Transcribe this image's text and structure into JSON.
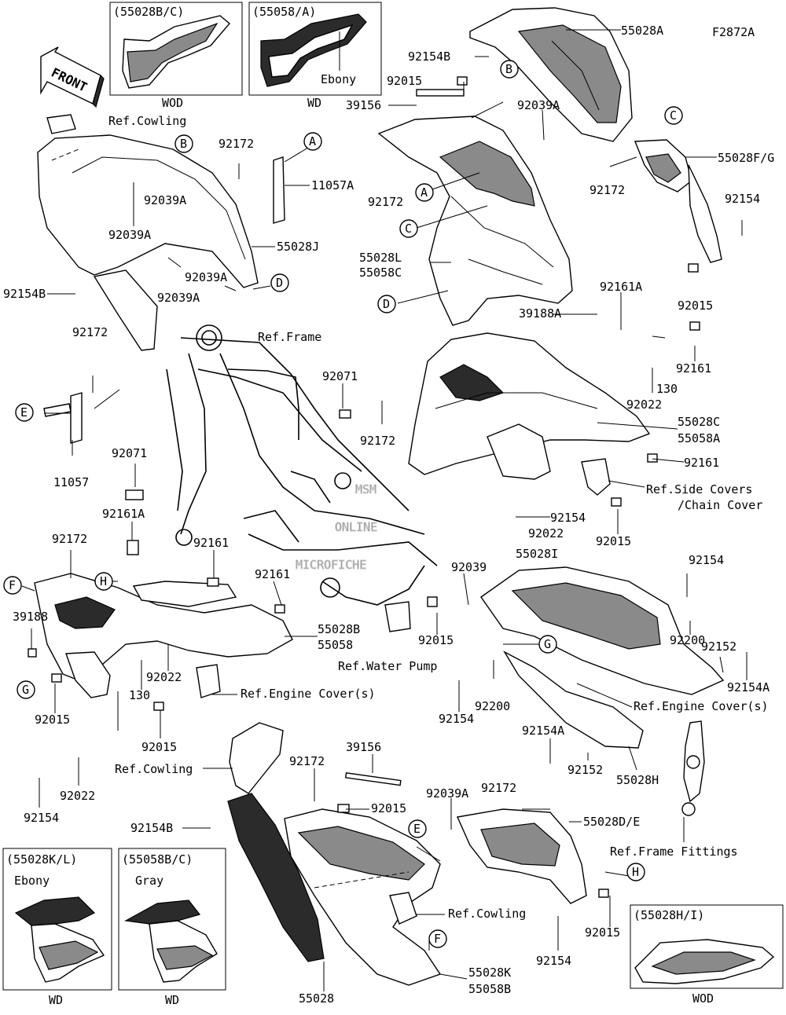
{
  "figure_id": "F2872A",
  "front_arrow": "FRONT",
  "insets": [
    {
      "id": "inset-tl1",
      "code": "(55028B/C)",
      "color": "",
      "caption": "WOD"
    },
    {
      "id": "inset-tl2",
      "code": "(55058/A)",
      "color": "Ebony",
      "caption": "WD"
    },
    {
      "id": "inset-bl1",
      "code": "(55028K/L)",
      "color": "Ebony",
      "caption": "WD"
    },
    {
      "id": "inset-bl2",
      "code": "(55058B/C)",
      "color": "Gray",
      "caption": "WD"
    },
    {
      "id": "inset-br",
      "code": "(55028H/I)",
      "color": "",
      "caption": "WOD"
    }
  ],
  "watermark": [
    "MSM",
    "ONLINE",
    "MICROFICHE"
  ],
  "callouts": [
    {
      "id": "A1",
      "letter": "A"
    },
    {
      "id": "A2",
      "letter": "A"
    },
    {
      "id": "B1",
      "letter": "B"
    },
    {
      "id": "B2",
      "letter": "B"
    },
    {
      "id": "C1",
      "letter": "C"
    },
    {
      "id": "C2",
      "letter": "C"
    },
    {
      "id": "D1",
      "letter": "D"
    },
    {
      "id": "D2",
      "letter": "D"
    },
    {
      "id": "E1",
      "letter": "E"
    },
    {
      "id": "E2",
      "letter": "E"
    },
    {
      "id": "F1",
      "letter": "F"
    },
    {
      "id": "F2",
      "letter": "F"
    },
    {
      "id": "G1",
      "letter": "G"
    },
    {
      "id": "G2",
      "letter": "G"
    },
    {
      "id": "H1",
      "letter": "H"
    },
    {
      "id": "H2",
      "letter": "H"
    }
  ],
  "labels": {
    "p55028A": "55028A",
    "p92154B_top": "92154B",
    "p92015_top": "92015",
    "p39156_top": "39156",
    "p92039A_top": "92039A",
    "p55028FG": "55028F/G",
    "p92172_tr": "92172",
    "p92154_tr": "92154",
    "refCowling_top": "Ref.Cowling",
    "p92172_a": "92172",
    "p11057A": "11057A",
    "p55028J": "55028J",
    "p92039A_l1a": "92039A",
    "p92039A_l1b": "92039A",
    "p92039A_l2a": "92039A",
    "p92039A_l2b": "92039A",
    "p92154B_left": "92154B",
    "p92172_mid": "92172",
    "p55028L": "55028L",
    "p55058C": "55058C",
    "p92161A_top": "92161A",
    "p92015_r": "92015",
    "p39188A": "39188A",
    "refFrame": "Ref.Frame",
    "p92161_r": "92161",
    "p130_r": "130",
    "p92022_r": "92022",
    "p92172_left": "92172",
    "p92071_mid": "92071",
    "p92172_c": "92172",
    "p55028C": "55028C",
    "p55058A": "55058A",
    "p92161_r2": "92161",
    "refSideCovers": "Ref.Side Covers",
    "refChainCover": "/Chain Cover",
    "p11057": "11057",
    "p92071_left": "92071",
    "p92161A_left": "92161A",
    "p92154_mid": "92154",
    "p92022_mid": "92022",
    "p92015_mid": "92015",
    "p55028I": "55028I",
    "p92172_f": "92172",
    "p92161_l": "92161",
    "p92039": "92039",
    "p92154_r": "92154",
    "p39188": "39188",
    "p92161_l2": "92161",
    "p55028B": "55028B",
    "p55058": "55058",
    "p92015_c": "92015",
    "p92200_r": "92200",
    "p92152_r": "92152",
    "refWaterPump": "Ref.Water Pump",
    "p92154A_r": "92154A",
    "p92022_l": "92022",
    "p130_l": "130",
    "refEngineCover_l": "Ref.Engine Cover(s)",
    "p92200_c": "92200",
    "p92154_c": "92154",
    "refEngineCover_r": "Ref.Engine Cover(s)",
    "p92015_l": "92015",
    "p92015_l2": "92015",
    "p92154A_c": "92154A",
    "p92152_c": "92152",
    "p55028H": "55028H",
    "p39156_bot": "39156",
    "refCowling_bot": "Ref.Cowling",
    "p92172_b": "92172",
    "p92022_bl": "92022",
    "p92154_bl": "92154",
    "p92039A_b": "92039A",
    "p92172_br": "92172",
    "p92015_b": "92015",
    "p92154B_bot": "92154B",
    "p55028DE": "55028D/E",
    "refFrameFittings": "Ref.Frame Fittings",
    "refCowling_b2": "Ref.Cowling",
    "p92015_b2": "92015",
    "p92154_b2": "92154",
    "p55028": "55028",
    "p55028K": "55028K",
    "p55058B": "55058B"
  }
}
